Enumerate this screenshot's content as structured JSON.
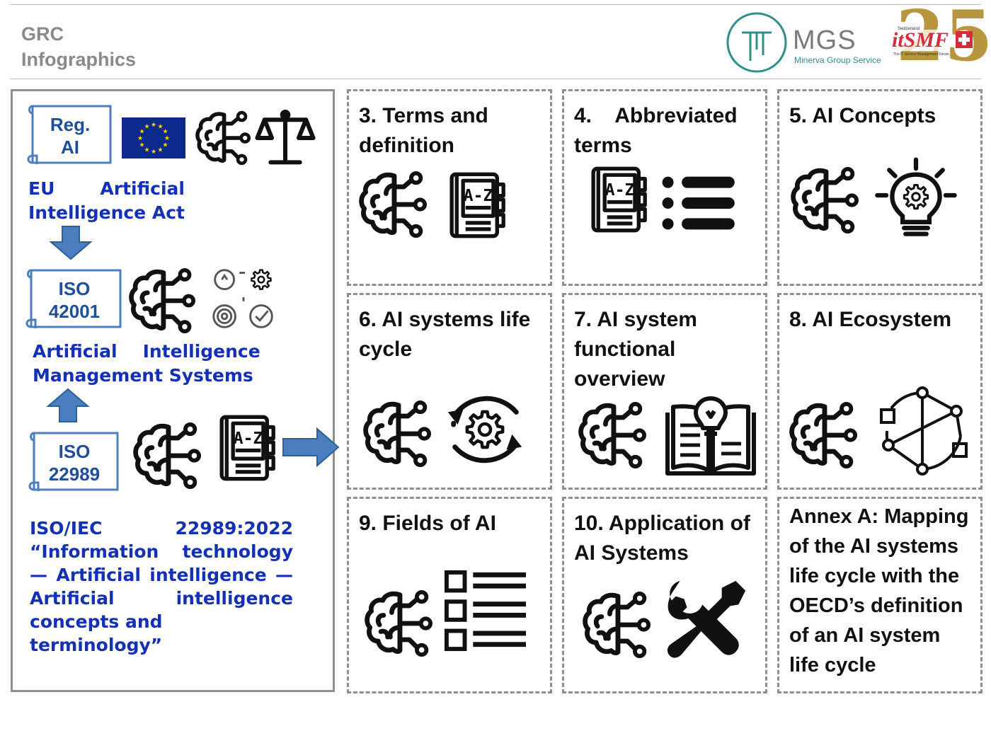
{
  "header": {
    "line1": "GRC",
    "line2": "Infographics",
    "mgs_logo": {
      "name": "MGS",
      "tagline": "Minerva Group Service"
    },
    "itsmf_logo": {
      "country": "Switzerland",
      "brand": "itSMF",
      "tagline": "The IT Service Management Forum",
      "anniversary": "25"
    }
  },
  "left_panel": {
    "reg_ai": {
      "badge_line1": "Reg.",
      "badge_line2": "AI",
      "desc_line1_a": "EU",
      "desc_line1_b": "Artificial",
      "desc_line2": "Intelligence Act"
    },
    "iso42001": {
      "badge_line1": "ISO",
      "badge_line2": "42001",
      "desc_line1_a": "Artificial",
      "desc_line1_b": "Intelligence",
      "desc_line2": "Management Systems"
    },
    "iso22989": {
      "badge_line1": "ISO",
      "badge_line2": "22989"
    },
    "standard_title": [
      [
        "ISO/IEC",
        "22989:2022"
      ],
      [
        "“Information",
        "technology"
      ],
      [
        "— Artificial intelligence —"
      ],
      [
        "Artificial",
        "intelligence"
      ],
      [
        "concepts and terminology”"
      ]
    ]
  },
  "cards": [
    {
      "lines": [
        "3. Terms and",
        "definition"
      ],
      "icon": "dictionary-az-icon"
    },
    {
      "lines": [
        "4.    Abbreviated",
        "terms"
      ],
      "icon": "list-icon"
    },
    {
      "lines": [
        "5. AI Concepts"
      ],
      "icon": "lightbulb-gear-icon"
    },
    {
      "lines": [
        "6. AI systems life",
        "cycle"
      ],
      "icon": "cycle-gear-icon"
    },
    {
      "lines": [
        "7. AI system",
        "functional",
        "overview"
      ],
      "icon": "book-lightbulb-icon"
    },
    {
      "lines": [
        "8. AI Ecosystem"
      ],
      "icon": "network-icon"
    },
    {
      "lines": [
        "9. Fields of AI"
      ],
      "icon": "checklist-icon"
    },
    {
      "lines": [
        "10. Application of",
        "AI Systems"
      ],
      "icon": "tools-icon"
    },
    {
      "lines": [
        "Annex A: Mapping",
        "of the AI systems",
        "life cycle with the",
        "OECD’s definition",
        "of an AI system",
        "life cycle"
      ],
      "icon": ""
    }
  ],
  "colors": {
    "accent_blue": "#1430b4",
    "arrow_blue": "#4a7ebf",
    "eu_blue": "#0b2a8c",
    "eu_gold": "#ffd700",
    "teal": "#2f8f8a",
    "gold": "#b8963e",
    "itsmf_red": "#d52b3a"
  }
}
